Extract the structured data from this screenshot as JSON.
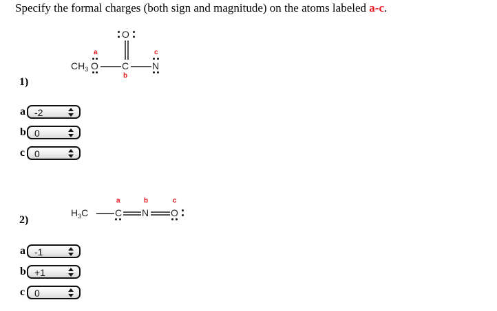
{
  "prompt": {
    "text": "Specify the formal charges (both sign and magnitude) on the atoms labeled ",
    "highlight": "a-c",
    "suffix": ".",
    "highlight_color": "#e8191e"
  },
  "questions": [
    {
      "number": "1)",
      "molecule": {
        "atoms": {
          "ch3": "CH",
          "ch3_sub": "3",
          "o_single": "O",
          "c": "C",
          "o_double": "O",
          "n": "N"
        },
        "labels": {
          "a": "a",
          "b": "b",
          "c": "c"
        }
      },
      "answers": [
        {
          "label": "a",
          "value": "-2"
        },
        {
          "label": "b",
          "value": "0"
        },
        {
          "label": "c",
          "value": "0"
        }
      ]
    },
    {
      "number": "2)",
      "molecule": {
        "atoms": {
          "h3c": "H",
          "h3c_sub": "3",
          "h3c_c": "C",
          "c": "C",
          "n": "N",
          "o": "O"
        },
        "labels": {
          "a": "a",
          "b": "b",
          "c": "c"
        }
      },
      "answers": [
        {
          "label": "a",
          "value": "-1"
        },
        {
          "label": "b",
          "value": "+1"
        },
        {
          "label": "c",
          "value": "0"
        }
      ]
    }
  ]
}
